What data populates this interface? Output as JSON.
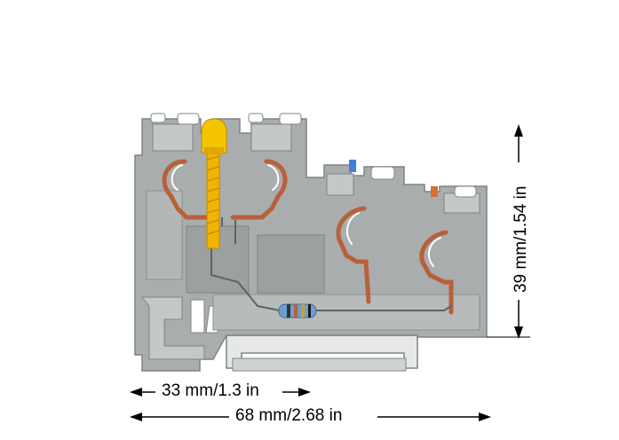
{
  "dimensions": {
    "width_short": "33 mm/1.3 in",
    "width_long": "68 mm/2.68 in",
    "height": "39 mm/1.54 in"
  },
  "colors": {
    "housing": "#a9adad",
    "housing_dark": "#7f8484",
    "housing_light": "#c4c8c8",
    "copper": "#b8603a",
    "led_yellow": "#f2b400",
    "resistor_blue": "#6f9fd0",
    "marker_blue": "#3f7fd8",
    "marker_orange": "#d8702a",
    "line": "#000000"
  }
}
